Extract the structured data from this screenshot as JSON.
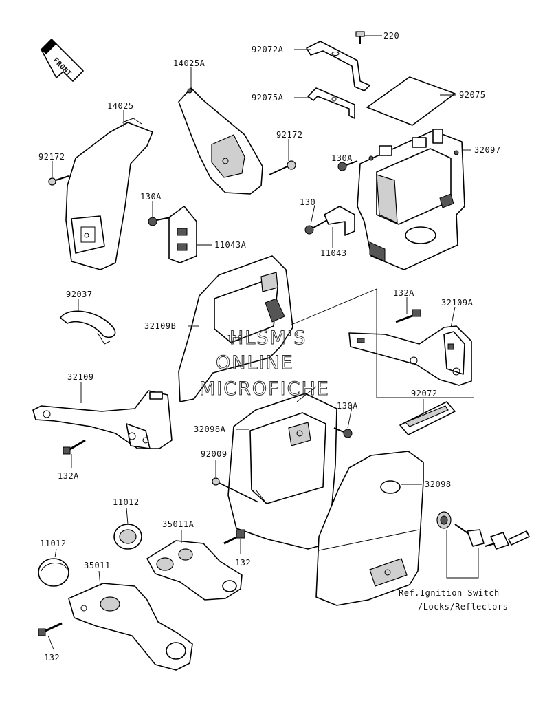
{
  "diagram": {
    "front_label": "FRONT",
    "watermark": [
      "HLSM'S",
      "ONLINE",
      "MICROFICHE"
    ],
    "reference_note": [
      "Ref.Ignition Switch",
      "/Locks/Reflectors"
    ],
    "callouts": {
      "c220": "220",
      "c92072A": "92072A",
      "c92075A": "92075A",
      "c92075": "92075",
      "c14025A": "14025A",
      "c14025": "14025",
      "c92172a": "92172",
      "c92172b": "92172",
      "c32097": "32097",
      "c130Aa": "130A",
      "c130Ab": "130A",
      "c130Ac": "130A",
      "c130": "130",
      "c11043": "11043",
      "c11043A": "11043A",
      "c92037": "92037",
      "c32109B": "32109B",
      "c130wm": "130",
      "c132Aa": "132A",
      "c32109A": "32109A",
      "c32109": "32109",
      "c132Ab": "132A",
      "c92072": "92072",
      "c32098A": "32098A",
      "c92009": "92009",
      "c32098": "32098",
      "c11012a": "11012",
      "c11012b": "11012",
      "c35011A": "35011A",
      "c35011": "35011",
      "c132a": "132",
      "c132b": "132"
    }
  }
}
